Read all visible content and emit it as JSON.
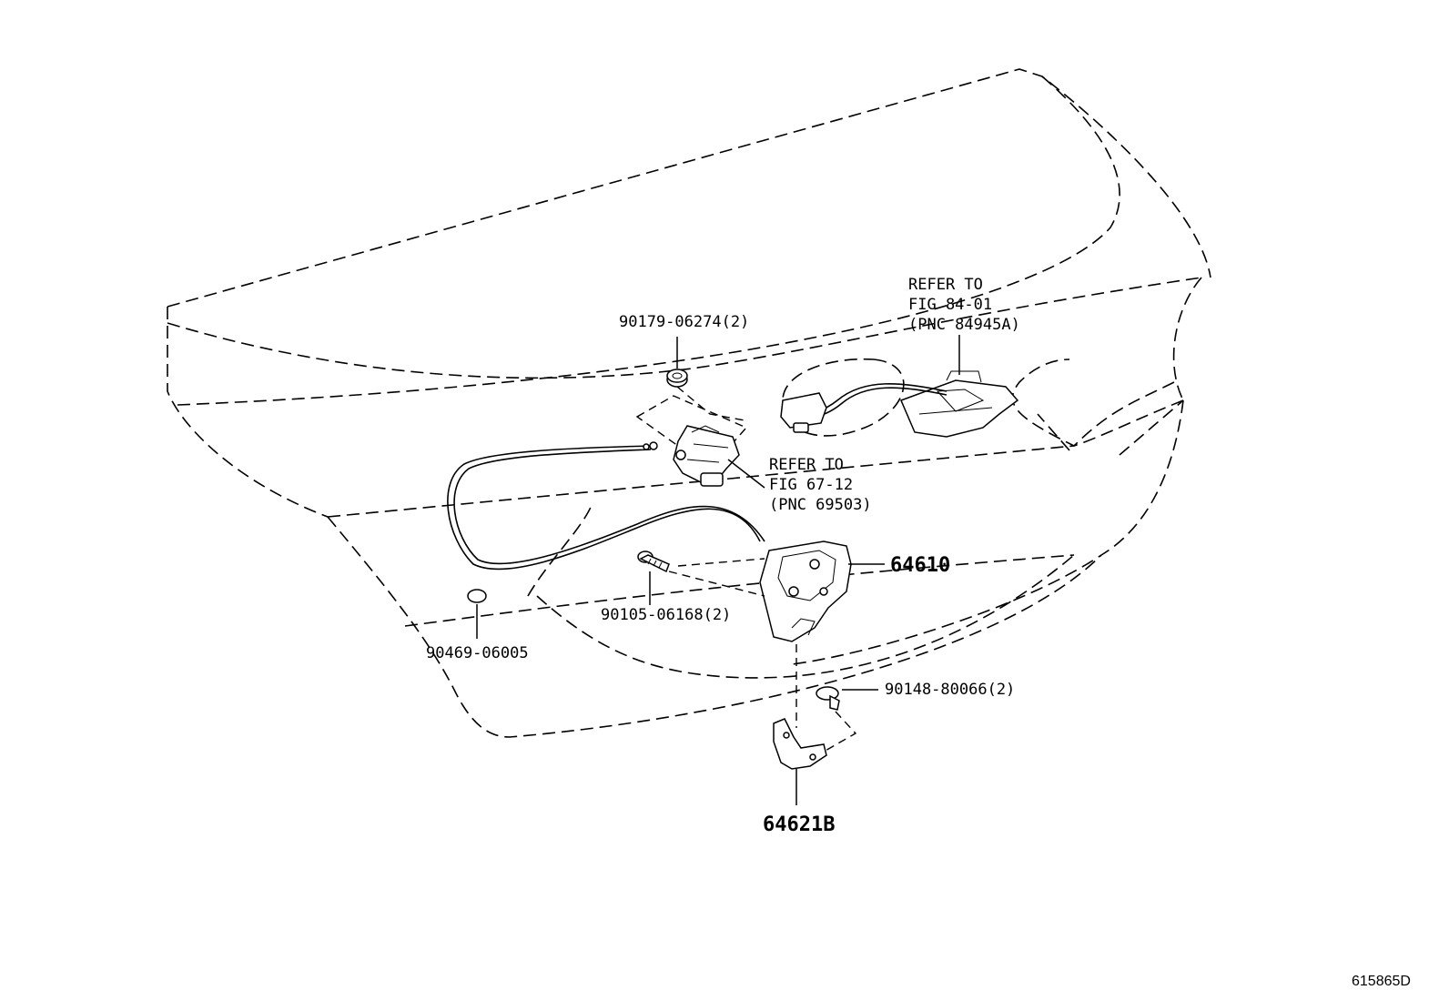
{
  "labels": {
    "p90179": "90179-06274(2)",
    "refer84_l1": "REFER TO",
    "refer84_l2": "FIG 84-01",
    "refer84_l3": "(PNC 84945A)",
    "refer67_l1": "REFER TO",
    "refer67_l2": "FIG 67-12",
    "refer67_l3": "(PNC 69503)",
    "p64610": "64610",
    "p90105": "90105-06168(2)",
    "p90469": "90469-06005",
    "p90148": "90148-80066(2)",
    "p64621B": "64621B",
    "diagram_id": "615865D"
  }
}
